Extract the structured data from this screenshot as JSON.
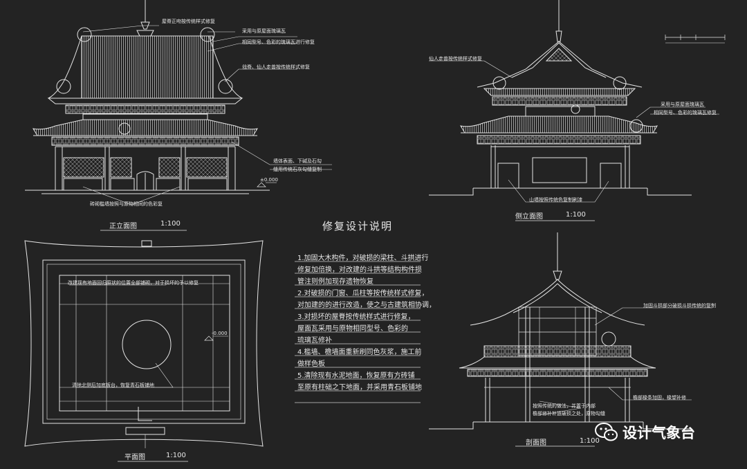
{
  "views": {
    "front": {
      "label": "正立面图",
      "scale": "1:100",
      "level": "±0.000"
    },
    "side": {
      "label": "侧立面图",
      "scale": "1:100"
    },
    "plan": {
      "label": "平面图",
      "scale": "1:100",
      "level": "-0.000"
    },
    "section": {
      "label": "剖面图",
      "scale": "1:100"
    }
  },
  "callouts": {
    "front_1": "屋脊正吻按传统样式修复",
    "front_2": "采用与原屋面琉璃瓦",
    "front_3": "相同型号、色彩的琉璃瓦进行修复",
    "front_4": "戗脊、仙人走兽按传统样式修复",
    "front_5": "墙体表面、下碱及石勾",
    "front_6": "缝用传统石灰勾缝复制",
    "front_7": "砖砌槛墙按照与原物相同的色彩复",
    "side_1": "仙人走兽按传统样式修复",
    "side_2": "采用与原屋面琉璃瓦",
    "side_3": "相同型号、色彩的琉璃瓦修复",
    "side_4": "山墙按照传统色复制刷漆",
    "plan_1": "改建现有地面回归原状的位置全部铺砌，对于损坏的予以修复",
    "plan_2": "清除北侧后加底板台，恢复青石板铺地",
    "section_1": "加固斗拱部分破损斗拱传统的复制",
    "section_2": "檐部椽条加固，椽望补修",
    "section_3": "按照传统的做法，并置于内部",
    "section_4": "檐部修补补遗破损之处，原物勾缝"
  },
  "notes": {
    "title": "修复设计说明",
    "lines": [
      "1.加固大木构件，对破损的梁柱、斗拱进行",
      "修复加倍换，对改建的斗拱等结构构件损",
      "管注则例加现存遗物恢复",
      "2.对破损的门窗、瓜柱等按传统样式修复，",
      "对加建的的进行改造，使之与古建筑相协调，",
      "3.对损坏的屋脊按传统样式进行修复，",
      "屋面瓦采用与原物相同型号、色彩的",
      "琉璃瓦修补",
      "4.槛墙、檐墙面重新刷同色灰浆，施工前",
      "做样色板",
      "5.清除现有水泥地面，恢复原有方砖铺",
      "至原有柱础之下地面，并采用青石板铺地"
    ]
  },
  "watermark": {
    "text": "设计气象台",
    "icon": "wechat-icon"
  },
  "colors": {
    "background": "#232323",
    "line": "#e6e6e6"
  }
}
